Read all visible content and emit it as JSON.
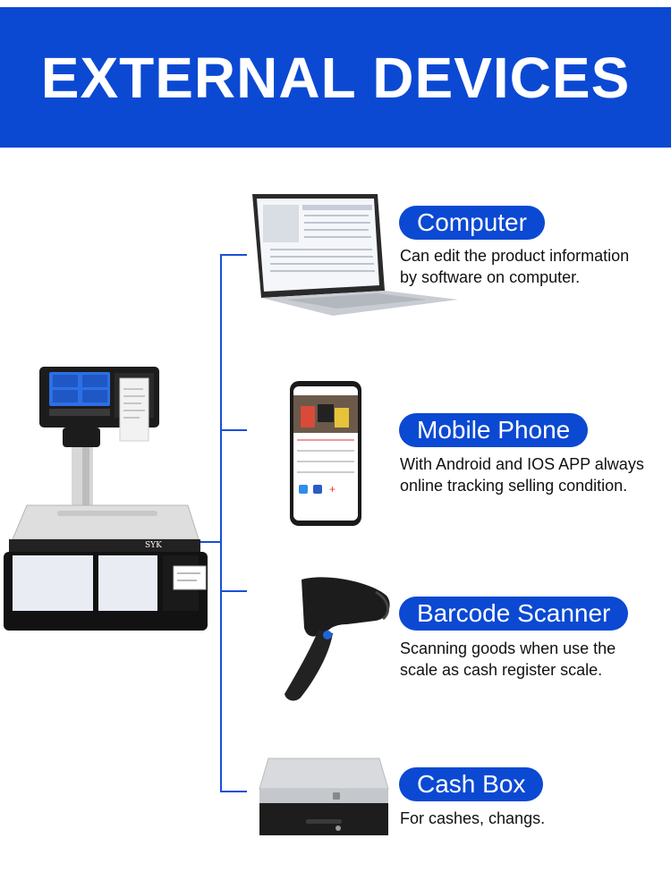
{
  "banner": {
    "title": "EXTERNAL DEVICES",
    "color": "#0b49d3"
  },
  "scale": {
    "brand": "SYK"
  },
  "devices": [
    {
      "name": "Computer",
      "icon": "laptop-icon",
      "description": [
        "Can edit the product information",
        "by software on computer."
      ]
    },
    {
      "name": "Mobile Phone",
      "icon": "smartphone-icon",
      "description": [
        "With Android and IOS APP always",
        "online tracking selling condition."
      ]
    },
    {
      "name": "Barcode Scanner",
      "icon": "barcode-scanner-icon",
      "description": [
        "Scanning goods when use the",
        "scale as cash register scale."
      ]
    },
    {
      "name": "Cash Box",
      "icon": "cash-drawer-icon",
      "description": [
        "For cashes, changs."
      ]
    }
  ]
}
